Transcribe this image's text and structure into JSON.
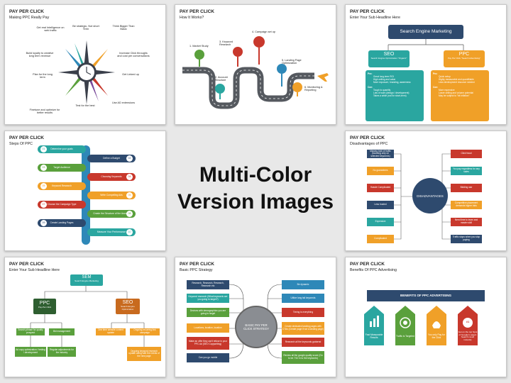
{
  "center": {
    "line1": "Multi-Color",
    "line2": "Version Images"
  },
  "s1": {
    "title": "PAY PER CLICK",
    "subtitle": "Making PPC Really Pay",
    "labels": [
      "Get real Intelligence on web traffic",
      "Be strategic, Not short Term",
      "Think Bigger Than Basic",
      "Build loyalty to creative long term revenue",
      "Increase Click throughs and cost per conversations",
      "Plan for the long term",
      "Get Linked up",
      "Finetune and optimize for better results",
      "Test for the best",
      "Use AD extensions"
    ]
  },
  "s2": {
    "title": "PAY PER CLICK",
    "subtitle": "How It Works?",
    "steps": [
      "1. Market Study",
      "2. Account Structure",
      "3. Keyword Research",
      "4. Campaign set up",
      "5. Landing Page Optimization",
      "6. Monitoring & Reporting"
    ]
  },
  "s3": {
    "title": "PAY PER CLICK",
    "subtitle": "Enter Your Sub Headline Here",
    "top": "Search Engine Marketing",
    "seo": "SEO",
    "seo_sub": "Search Engine Optimization \"Organic\"",
    "ppc": "PPC",
    "ppc_sub": "Pay Per Click \"Search Advertising\"",
    "seo_pro": "Pro:",
    "seo_pro_items": [
      "Great long-term ROI",
      "High ceiling and value",
      "More exposure, branding, awareness"
    ],
    "seo_con": "Con:",
    "seo_con_items": [
      "Tough to quantify",
      "Lots of work (design / development)",
      "Takes a while (not for short-term)"
    ],
    "ppc_pro": "Pro:",
    "ppc_pro_items": [
      "Quick setup",
      "Highly measurable and quantifiable",
      "Less development resource needed"
    ],
    "ppc_con": "Con:",
    "ppc_con_items": [
      "More expensive",
      "Lower ceiling and volume potential",
      "May be subject to \"bit Inflation\""
    ]
  },
  "s4": {
    "title": "PAY PER CLICK",
    "subtitle": "Steps Of PPC",
    "left": [
      "Determine your goals",
      "Target Audience",
      "Keyword Research",
      "Choose the Campaign Type",
      "Create Landing Pages"
    ],
    "right": [
      "Define a Budget",
      "Choosing Keywords",
      "Write Compelling Ads",
      "Create the Structure of the Account",
      "Measure Your Performance"
    ],
    "nums_left": [
      "01",
      "03",
      "05",
      "07",
      "09"
    ],
    "nums_right": [
      "02",
      "04",
      "06",
      "08",
      "10"
    ]
  },
  "s5": {
    "title": "PAY PER CLICK",
    "subtitle": "Disadvantages of PPC",
    "center": "DISADVANTAGES",
    "left": [
      "Missing bulk of traffic (focusing only on selected keywords)",
      "No guarantees",
      "Hassle Complicated",
      "Less trusted",
      "Expensive",
      "Complicated"
    ],
    "right": [
      "Click fraud",
      "You pay regardless for any sales",
      "Bidding war",
      "Competitive placement demands higher bids",
      "Need time to learn and master skill",
      "Traffic stops when you stop paying"
    ]
  },
  "s6": {
    "title": "PAY PER CLICK",
    "subtitle": "Enter Your Sub Headline Here",
    "sem": "SEM",
    "sem_sub": "Search Engine Marketing",
    "ppc": "PPC",
    "ppc_sub": "Pay-Per-Click",
    "seo": "SEO",
    "seo_sub": "Search Engine Optimization",
    "level3": [
      "Search phrase for quality prospect",
      "Bid management",
      "One time website content update",
      "Ongoing recurring link campaign"
    ],
    "level4": [
      "Ad copy optimization / testing / development",
      "Regular adjustments for the industry",
      "Ongoing keyword research update along with the needs of the new page"
    ]
  },
  "s7": {
    "title": "PAY PER CLICK",
    "subtitle": "Basic PPC Strategy",
    "center": "BASIC PAY PER CLICK STRATEGY",
    "left": [
      "Research, Research, Research, Research etc",
      "Keyword research (What keywords are you going to target?)",
      "Devices with demographics you are going to target",
      "Locations, location, location",
      "Make an offer they can't refuse in your PPC Ad (SEO Copywriting)",
      "Can you go mobile"
    ],
    "right": [
      "Be dynamic",
      "Utilize long tail keywords",
      "Timing is everything",
      "Create dedicated landing pages with CTAs (Create page if not a landing page)",
      "Research all the keywords godsend",
      "Review all the google quality score (Go to be 7/10 in to the keywords)"
    ]
  },
  "s8": {
    "title": "PAY PER CLICK",
    "subtitle": "Benefits Of PPC Advertising",
    "banner": "BENEFITS OF PPC ADVERTISING",
    "items": [
      "Fast Measurable Results",
      "Traffic is Targeted",
      "You only Pay for the Click",
      "Get on the top Spot of Google's page1 Search result instantly"
    ],
    "badge": "#1"
  },
  "colors": {
    "green": "#5aa03c",
    "blue": "#2e88b8",
    "orange": "#f0a028",
    "red": "#c8382c",
    "navy": "#2e4a6e",
    "teal": "#2aa6a0",
    "dark": "#3a3f4a"
  }
}
